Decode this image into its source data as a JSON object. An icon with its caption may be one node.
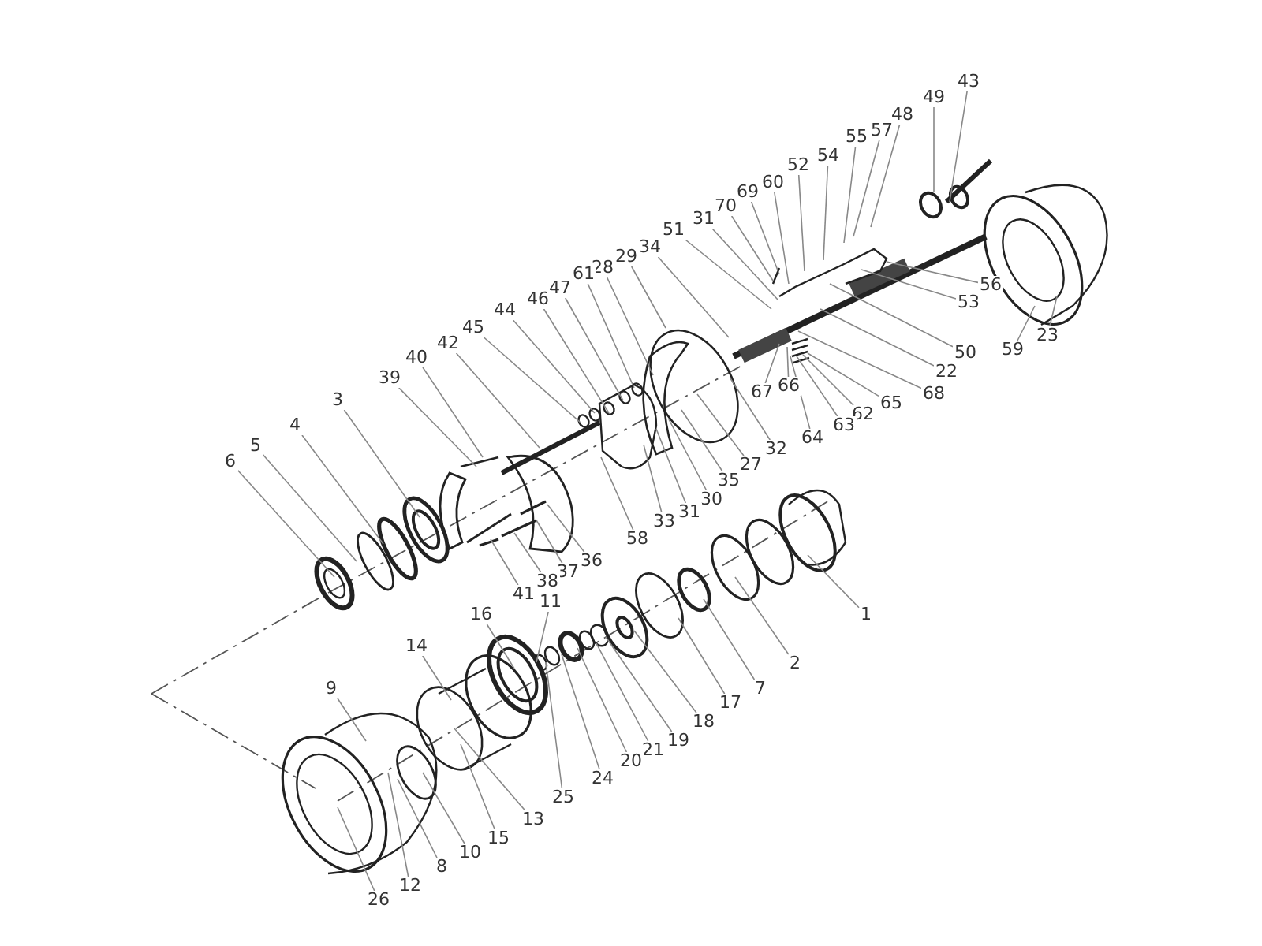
{
  "diagram": {
    "nodes": [
      {
        "text": [
          "43"
        ]
      },
      {
        "text": [
          "49"
        ]
      },
      {
        "text": [
          "48"
        ]
      },
      {
        "text": [
          "57"
        ]
      },
      {
        "text": [
          "55"
        ]
      },
      {
        "text": [
          "54"
        ]
      },
      {
        "text": [
          "52"
        ]
      },
      {
        "text": [
          "60"
        ]
      },
      {
        "text": [
          "69"
        ]
      },
      {
        "text": [
          "70"
        ]
      },
      {
        "text": [
          "31"
        ]
      },
      {
        "text": [
          "51"
        ]
      },
      {
        "text": [
          "34"
        ]
      },
      {
        "text": [
          "29"
        ]
      },
      {
        "text": [
          "28"
        ]
      },
      {
        "text": [
          "61"
        ]
      },
      {
        "text": [
          "47"
        ]
      },
      {
        "text": [
          "46"
        ]
      },
      {
        "text": [
          "44"
        ]
      },
      {
        "text": [
          "45"
        ]
      },
      {
        "text": [
          "42"
        ]
      },
      {
        "text": [
          "40"
        ]
      },
      {
        "text": [
          "39"
        ]
      },
      {
        "text": [
          "3"
        ]
      },
      {
        "text": [
          "4"
        ]
      },
      {
        "text": [
          "5"
        ]
      },
      {
        "text": [
          "6"
        ]
      },
      {
        "text": [
          "56"
        ]
      },
      {
        "text": [
          "53"
        ]
      },
      {
        "text": [
          "50"
        ]
      },
      {
        "text": [
          "22"
        ]
      },
      {
        "text": [
          "68"
        ]
      },
      {
        "text": [
          "65"
        ]
      },
      {
        "text": [
          "62"
        ]
      },
      {
        "text": [
          "63"
        ]
      },
      {
        "text": [
          "64"
        ]
      },
      {
        "text": [
          "66"
        ]
      },
      {
        "text": [
          "67"
        ]
      },
      {
        "text": [
          "59"
        ]
      },
      {
        "text": [
          "23"
        ]
      },
      {
        "text": [
          "32"
        ]
      },
      {
        "text": [
          "27"
        ]
      },
      {
        "text": [
          "35"
        ]
      },
      {
        "text": [
          "30"
        ]
      },
      {
        "text": [
          "31"
        ]
      },
      {
        "text": [
          "33"
        ]
      },
      {
        "text": [
          "58"
        ]
      },
      {
        "text": [
          "36"
        ]
      },
      {
        "text": [
          "37"
        ]
      },
      {
        "text": [
          "38"
        ]
      },
      {
        "text": [
          "41"
        ]
      },
      {
        "text": [
          "1"
        ]
      },
      {
        "text": [
          "2"
        ]
      },
      {
        "text": [
          "7"
        ]
      },
      {
        "text": [
          "17"
        ]
      },
      {
        "text": [
          "18"
        ]
      },
      {
        "text": [
          "19"
        ]
      },
      {
        "text": [
          "21"
        ]
      },
      {
        "text": [
          "20"
        ]
      },
      {
        "text": [
          "24"
        ]
      },
      {
        "text": [
          "25"
        ]
      },
      {
        "text": [
          "11"
        ]
      },
      {
        "text": [
          "16"
        ]
      },
      {
        "text": [
          "14"
        ]
      },
      {
        "text": [
          "9"
        ]
      },
      {
        "text": [
          "13"
        ]
      },
      {
        "text": [
          "15"
        ]
      },
      {
        "text": [
          "10"
        ]
      },
      {
        "text": [
          "8"
        ]
      },
      {
        "text": [
          "12"
        ]
      },
      {
        "text": [
          "26"
        ]
      }
    ],
    "edges": [
      {
        "from": 0,
        "to": null,
        "arrow": "none"
      },
      {
        "from": 1,
        "to": null,
        "arrow": "none"
      },
      {
        "from": 2,
        "to": null,
        "arrow": "none"
      },
      {
        "from": 3,
        "to": null,
        "arrow": "none"
      },
      {
        "from": 4,
        "to": null,
        "arrow": "none"
      },
      {
        "from": 5,
        "to": null,
        "arrow": "none"
      },
      {
        "from": 6,
        "to": null,
        "arrow": "none"
      },
      {
        "from": 7,
        "to": null,
        "arrow": "none"
      },
      {
        "from": 8,
        "to": null,
        "arrow": "none"
      },
      {
        "from": 9,
        "to": null,
        "arrow": "none"
      },
      {
        "from": 10,
        "to": null,
        "arrow": "none"
      },
      {
        "from": 11,
        "to": null,
        "arrow": "none"
      },
      {
        "from": 12,
        "to": null,
        "arrow": "none"
      },
      {
        "from": 13,
        "to": null,
        "arrow": "none"
      },
      {
        "from": 14,
        "to": null,
        "arrow": "none"
      },
      {
        "from": 15,
        "to": null,
        "arrow": "none"
      },
      {
        "from": 16,
        "to": null,
        "arrow": "none"
      },
      {
        "from": 17,
        "to": null,
        "arrow": "none"
      },
      {
        "from": 18,
        "to": null,
        "arrow": "none"
      },
      {
        "from": 19,
        "to": null,
        "arrow": "none"
      },
      {
        "from": 20,
        "to": null,
        "arrow": "none"
      },
      {
        "from": 21,
        "to": null,
        "arrow": "none"
      },
      {
        "from": 22,
        "to": null,
        "arrow": "none"
      },
      {
        "from": 23,
        "to": null,
        "arrow": "none"
      },
      {
        "from": 24,
        "to": null,
        "arrow": "none"
      },
      {
        "from": 25,
        "to": null,
        "arrow": "none"
      },
      {
        "from": 26,
        "to": null,
        "arrow": "none"
      },
      {
        "from": 27,
        "to": null,
        "arrow": "none"
      },
      {
        "from": 28,
        "to": null,
        "arrow": "none"
      },
      {
        "from": 29,
        "to": null,
        "arrow": "none"
      },
      {
        "from": 30,
        "to": null,
        "arrow": "none"
      },
      {
        "from": 31,
        "to": null,
        "arrow": "none"
      },
      {
        "from": 32,
        "to": null,
        "arrow": "none"
      },
      {
        "from": 33,
        "to": null,
        "arrow": "none"
      },
      {
        "from": 34,
        "to": null,
        "arrow": "none"
      },
      {
        "from": 35,
        "to": null,
        "arrow": "none"
      },
      {
        "from": 36,
        "to": null,
        "arrow": "none"
      },
      {
        "from": 37,
        "to": null,
        "arrow": "none"
      },
      {
        "from": 38,
        "to": null,
        "arrow": "none"
      },
      {
        "from": 39,
        "to": null,
        "arrow": "none"
      },
      {
        "from": 40,
        "to": null,
        "arrow": "none"
      },
      {
        "from": 41,
        "to": null,
        "arrow": "none"
      },
      {
        "from": 42,
        "to": null,
        "arrow": "none"
      },
      {
        "from": 43,
        "to": null,
        "arrow": "none"
      },
      {
        "from": 44,
        "to": null,
        "arrow": "none"
      },
      {
        "from": 45,
        "to": null,
        "arrow": "none"
      },
      {
        "from": 46,
        "to": null,
        "arrow": "none"
      },
      {
        "from": 47,
        "to": null,
        "arrow": "none"
      },
      {
        "from": 48,
        "to": null,
        "arrow": "none"
      },
      {
        "from": 49,
        "to": null,
        "arrow": "none"
      },
      {
        "from": 50,
        "to": null,
        "arrow": "none"
      },
      {
        "from": 51,
        "to": null,
        "arrow": "none"
      },
      {
        "from": 52,
        "to": null,
        "arrow": "none"
      },
      {
        "from": 53,
        "to": null,
        "arrow": "none"
      },
      {
        "from": 54,
        "to": null,
        "arrow": "none"
      },
      {
        "from": 55,
        "to": null,
        "arrow": "none"
      },
      {
        "from": 56,
        "to": null,
        "arrow": "none"
      },
      {
        "from": 57,
        "to": null,
        "arrow": "none"
      },
      {
        "from": 58,
        "to": null,
        "arrow": "none"
      },
      {
        "from": 59,
        "to": null,
        "arrow": "none"
      },
      {
        "from": 60,
        "to": null,
        "arrow": "none"
      },
      {
        "from": 61,
        "to": null,
        "arrow": "none"
      },
      {
        "from": 62,
        "to": null,
        "arrow": "none"
      },
      {
        "from": 63,
        "to": null,
        "arrow": "none"
      },
      {
        "from": 64,
        "to": null,
        "arrow": "none"
      },
      {
        "from": 65,
        "to": null,
        "arrow": "none"
      },
      {
        "from": 66,
        "to": null,
        "arrow": "none"
      },
      {
        "from": 67,
        "to": null,
        "arrow": "none"
      },
      {
        "from": 68,
        "to": null,
        "arrow": "none"
      },
      {
        "from": 69,
        "to": null,
        "arrow": "none"
      },
      {
        "from": 70,
        "to": null,
        "arrow": "none"
      }
    ]
  }
}
